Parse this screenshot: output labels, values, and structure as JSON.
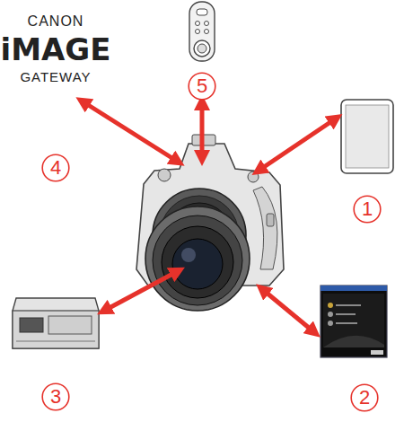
{
  "diagram": {
    "nodes": [
      {
        "text": [
          "5"
        ]
      },
      {
        "text": [
          "4"
        ]
      },
      {
        "text": [
          "1"
        ]
      },
      {
        "text": [
          "3"
        ]
      },
      {
        "text": [
          "2"
        ]
      }
    ],
    "labels": [
      "CANON",
      "iMAGE",
      "GATEWAY"
    ]
  }
}
